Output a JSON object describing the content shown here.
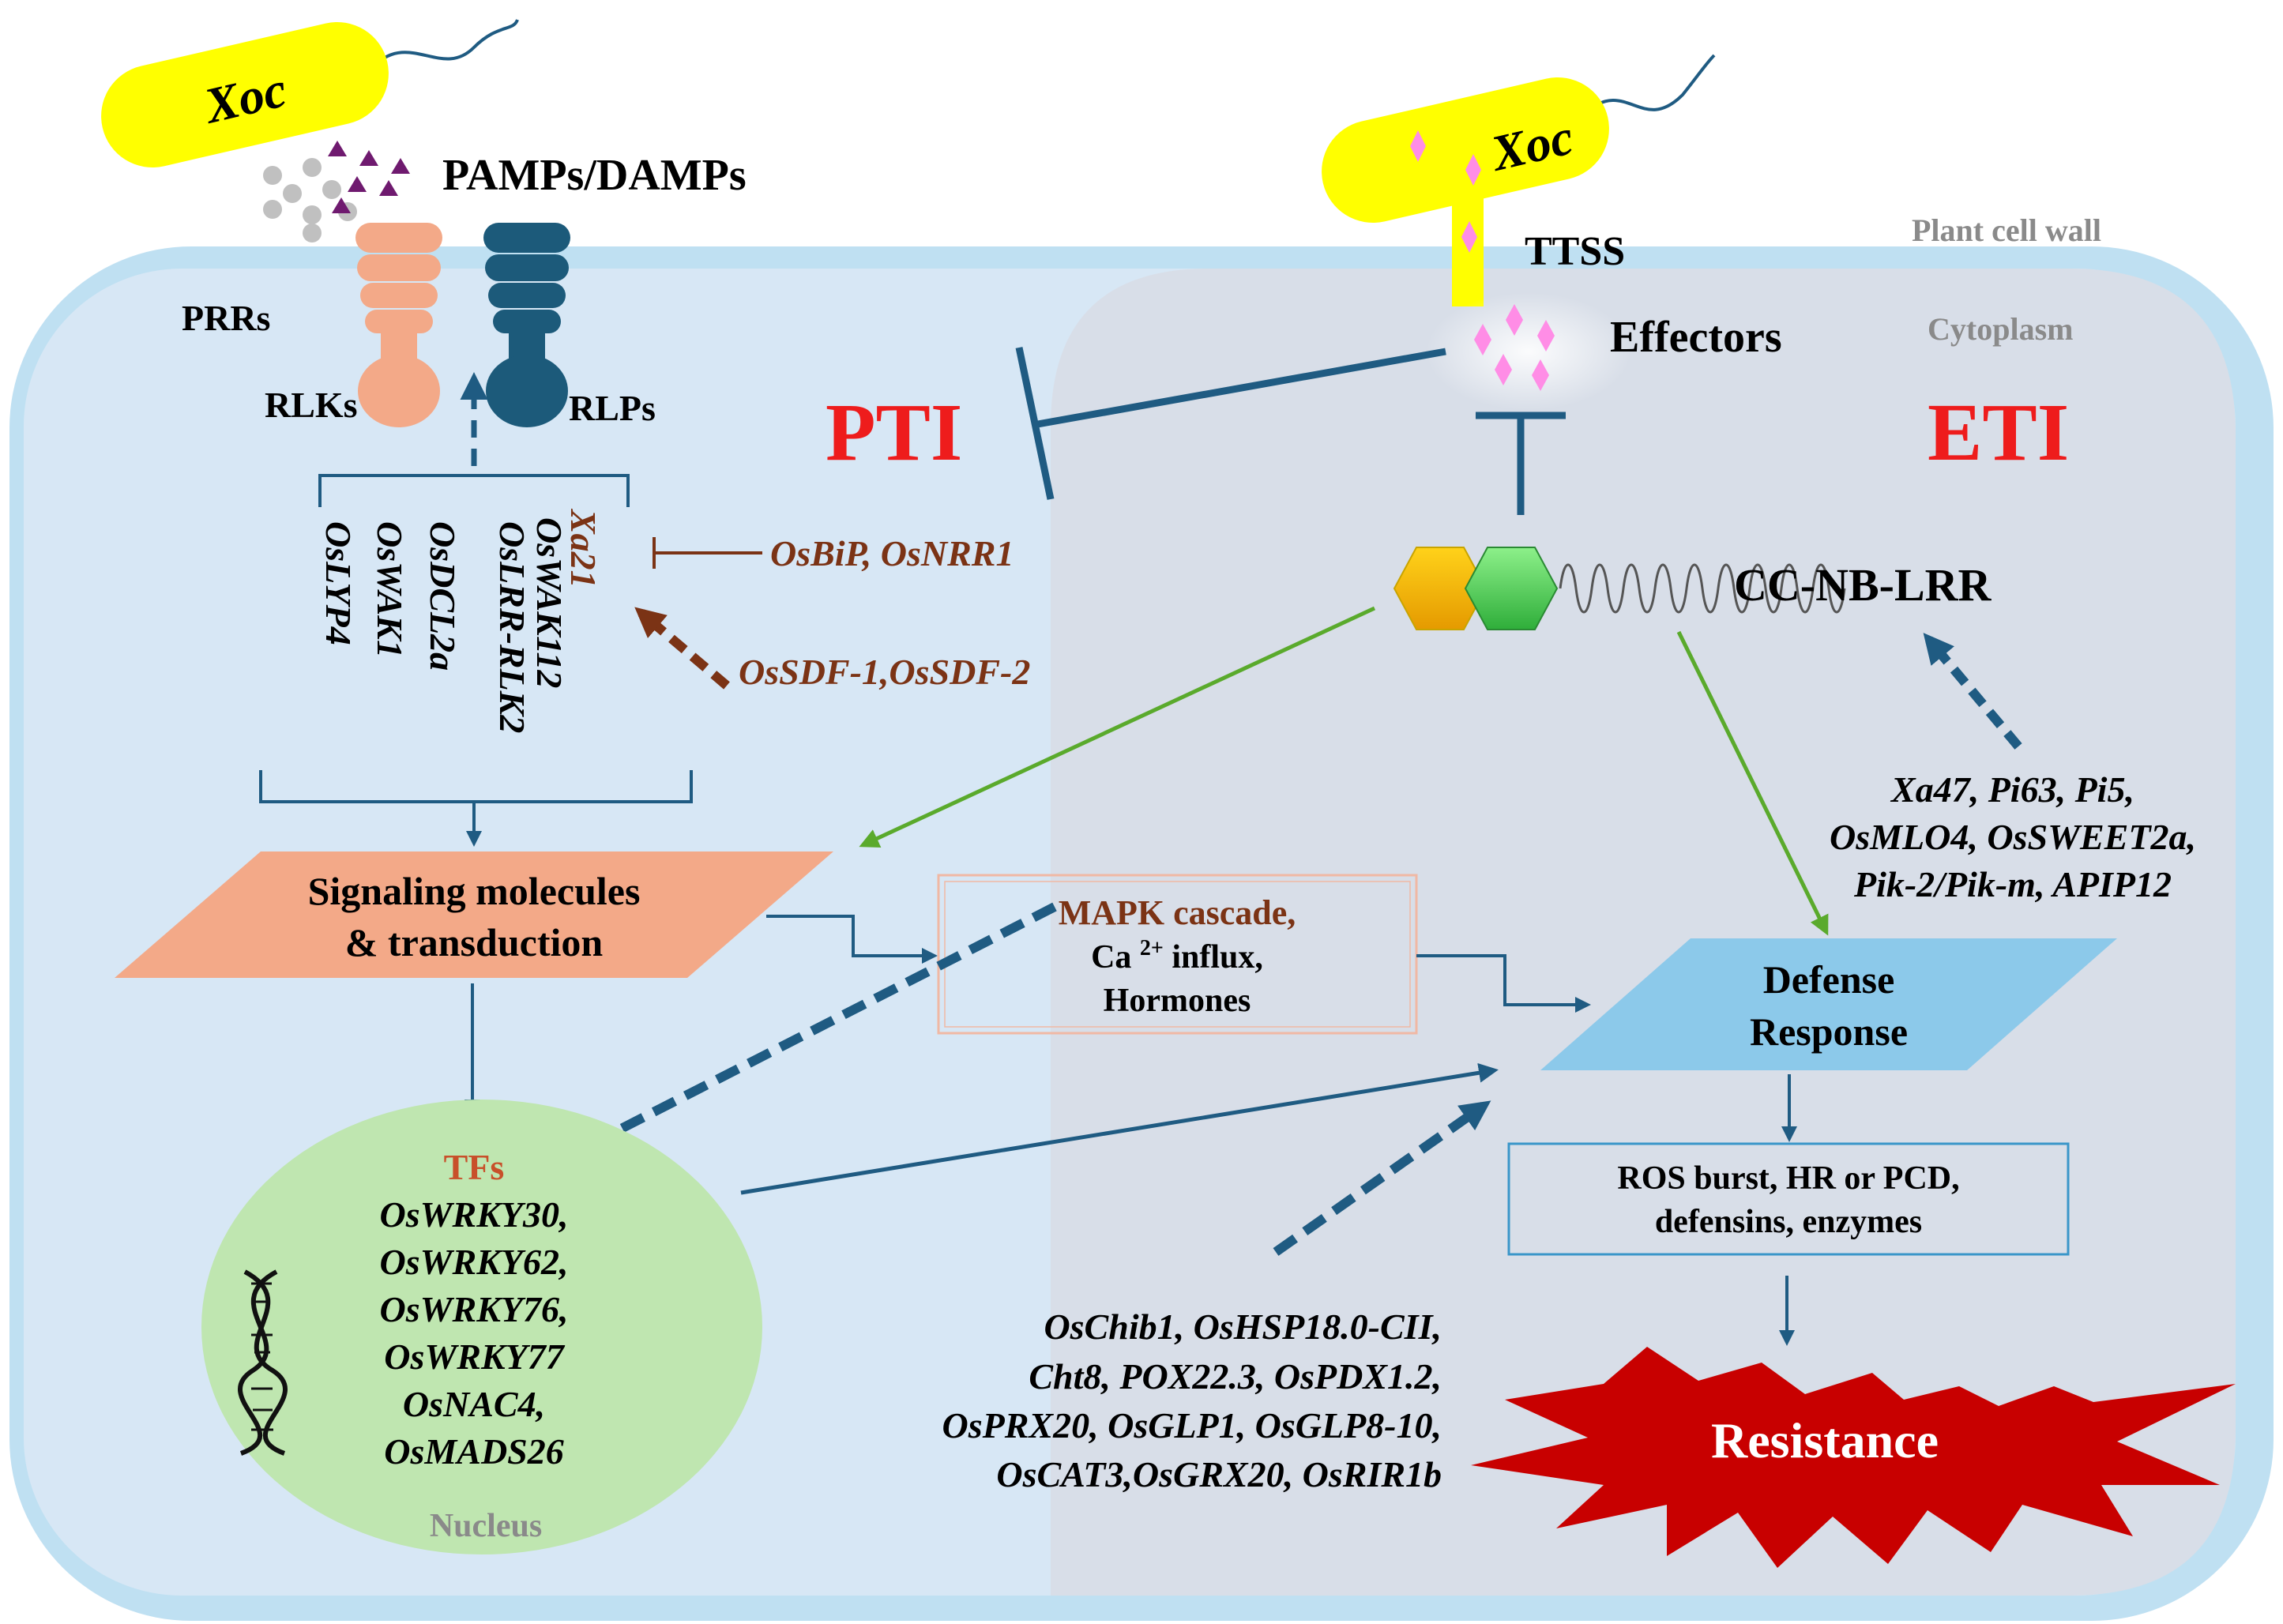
{
  "labels": {
    "xoc_left": "Xoc",
    "xoc_right": "Xoc",
    "pamps": "PAMPs/DAMPs",
    "prrs": "PRRs",
    "rlks": "RLKs",
    "rlps": "RLPs",
    "ttss": "TTSS",
    "effectors": "Effectors",
    "plant_cell_wall": "Plant cell wall",
    "cytoplasm": "Cytoplasm",
    "pti": "PTI",
    "eti": "ETI",
    "cc_nb_lrr": "CC-NB-LRR",
    "nucleus": "Nucleus",
    "resistance": "Resistance"
  },
  "receptor_genes": [
    "Xa21",
    "OsWAK112",
    "OsLRR-RLK2",
    "OsDCL2a",
    "OsWAK1",
    "OsLYP4"
  ],
  "regulators": {
    "inhibitors": "OsBiP, OsNRR1",
    "activators": "OsSDF-1,OsSDF-2"
  },
  "signaling": {
    "line1": "Signaling molecules",
    "line2": "& transduction"
  },
  "mapk_box": {
    "line1": "MAPK cascade,",
    "line2_main": "Ca ",
    "line2_sup": "2+",
    "line2_rest": " influx,",
    "line3": "Hormones"
  },
  "defense": {
    "line1": "Defense",
    "line2": "Response"
  },
  "ros_box": {
    "line1": "ROS burst, HR or PCD,",
    "line2": "defensins, enzymes"
  },
  "tfs": {
    "title": "TFs",
    "genes": [
      "OsWRKY30,",
      "OsWRKY62,",
      "OsWRKY76,",
      "OsWRKY77",
      "OsNAC4,",
      "OsMADS26"
    ]
  },
  "r_genes": [
    "Xa47, Pi63, Pi5,",
    "OsMLO4, OsSWEET2a,",
    "Pik-2/Pik-m, APIP12"
  ],
  "defense_genes": [
    "OsChib1, OsHSP18.0-CII,",
    "Cht8, POX22.3, OsPDX1.2,",
    "OsPRX20, OsGLP1, OsGLP8-10,",
    "OsCAT3,OsGRX20, OsRIR1b"
  ],
  "colors": {
    "cell_wall": "#bfe0f2",
    "left_cytoplasm": "#d7e7f5",
    "right_cytoplasm": "#d8dee8",
    "bacteria": "#ffff00",
    "rlk": "#f3a988",
    "rlp": "#1c5a7a",
    "pti_eti": "#ee1c1c",
    "brown_text": "#7b3315",
    "arrow_blue": "#1f5b82",
    "arrow_green": "#5aaa2c",
    "defense_fill": "#8cc9ea",
    "nucleus_fill": "#bfe6b0",
    "resistance_fill": "#c80000",
    "effector_pink": "#ff8de6"
  }
}
